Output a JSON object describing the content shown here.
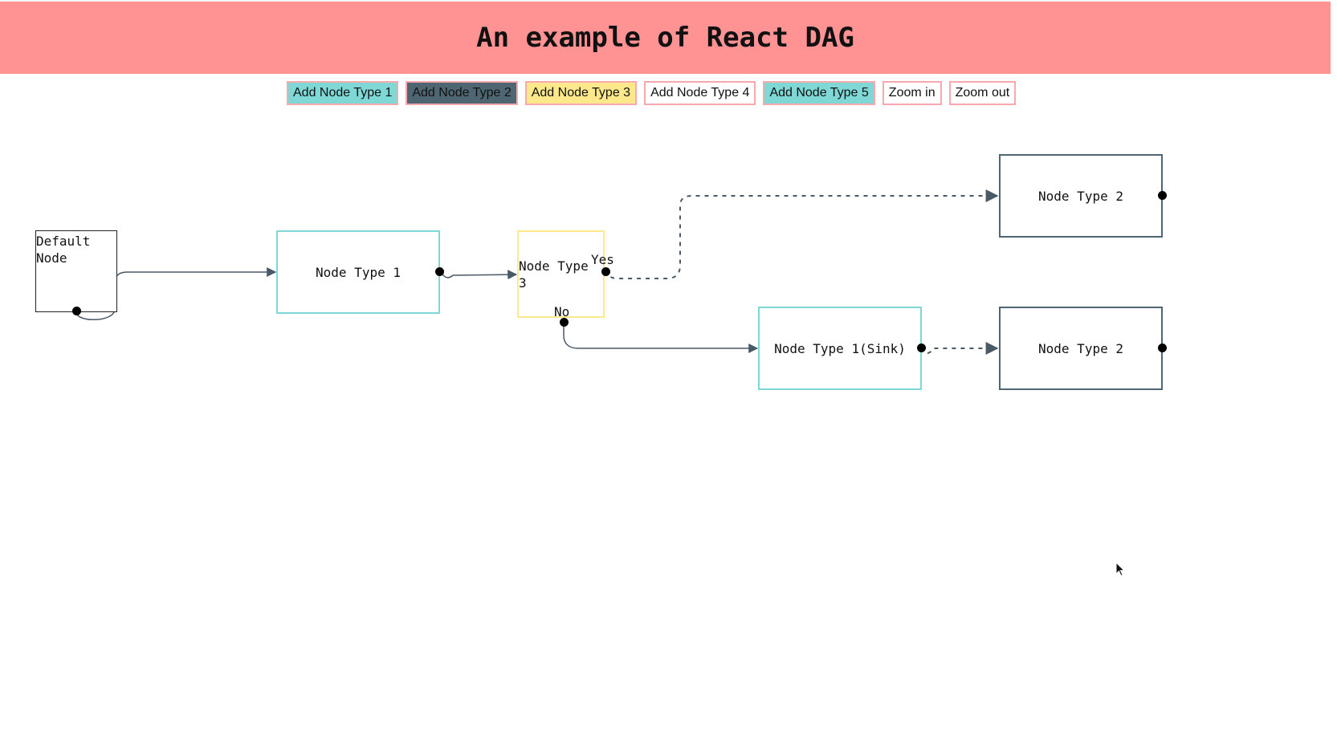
{
  "header": {
    "title": "An example of React DAG"
  },
  "toolbar": {
    "buttons": [
      {
        "label": "Add Node Type 1",
        "color": "#7fd8d6"
      },
      {
        "label": "Add Node Type 2",
        "color": "#4d6671"
      },
      {
        "label": "Add Node Type 3",
        "color": "#fde98b"
      },
      {
        "label": "Add Node Type 4",
        "color": "#ffffff"
      },
      {
        "label": "Add Node Type 5",
        "color": "#7fd8d6"
      },
      {
        "label": "Zoom in",
        "color": "#ffffff"
      },
      {
        "label": "Zoom out",
        "color": "#ffffff"
      }
    ]
  },
  "nodes": {
    "default": {
      "label": "Default\nNode"
    },
    "type1": {
      "label": "Node Type 1"
    },
    "type3": {
      "label": "Node Type\n3"
    },
    "type2_top": {
      "label": "Node Type 2"
    },
    "type1_sink": {
      "label": "Node Type 1(Sink)"
    },
    "type2_bottom": {
      "label": "Node Type 2"
    }
  },
  "edge_labels": {
    "yes": "Yes",
    "no": "No"
  },
  "colors": {
    "header_bg": "#ff9292",
    "type1_border": "#7fd8d6",
    "type2_border": "#4d6671",
    "type3_border": "#fde98b",
    "edge": "#4a5968"
  }
}
